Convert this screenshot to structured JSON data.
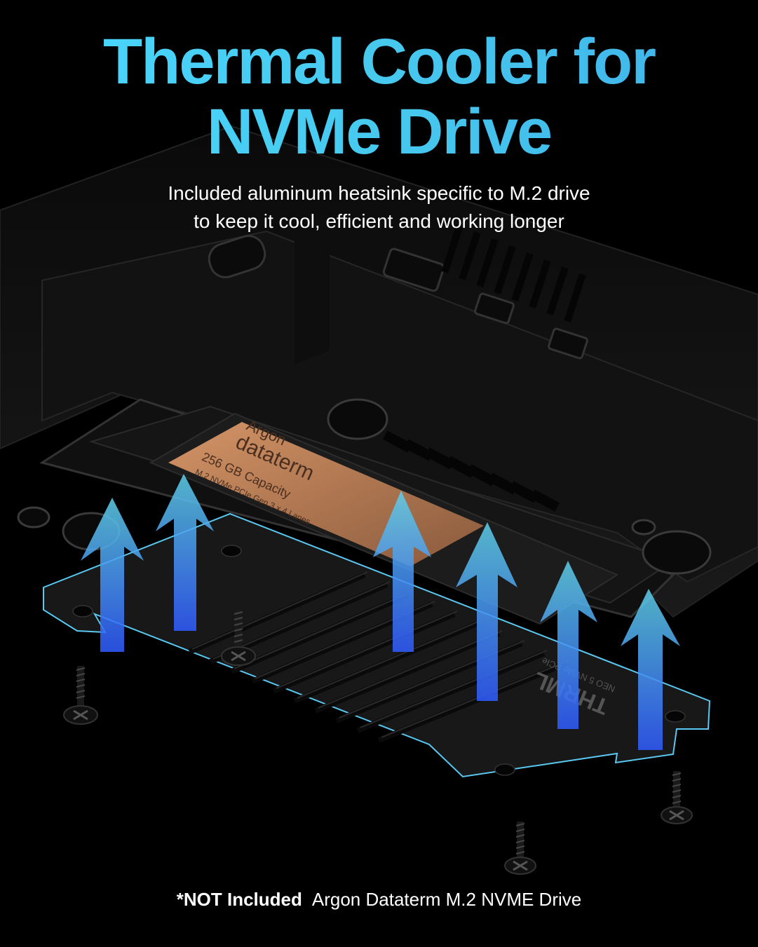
{
  "headline": {
    "line1": "Thermal Cooler for",
    "line2": "NVMe Drive"
  },
  "subheadline": {
    "line1": "Included aluminum heatsink specific to M.2 drive",
    "line2": "to keep it cool, efficient and working longer"
  },
  "drive_label": {
    "brand_line1": "Argon",
    "brand_line2": "dataterm",
    "capacity": "256 GB Capacity",
    "spec": "M.2 NVMe PCIe Gen 3 x 4 Lanes"
  },
  "heatsink_label": {
    "brand": "THRML",
    "model": "NEO 5 NVMe PCIe"
  },
  "footer": {
    "note_bold": "*NOT Included",
    "note_text": "Argon Dataterm M.2 NVME Drive"
  },
  "colors": {
    "background": "#000000",
    "headline_cyan": "#47c9ee",
    "arrow_top": "#5fd0e8",
    "arrow_bottom": "#2f5cff",
    "plate_outline": "#5ac8f0",
    "drive_label": "#c98a5e"
  }
}
